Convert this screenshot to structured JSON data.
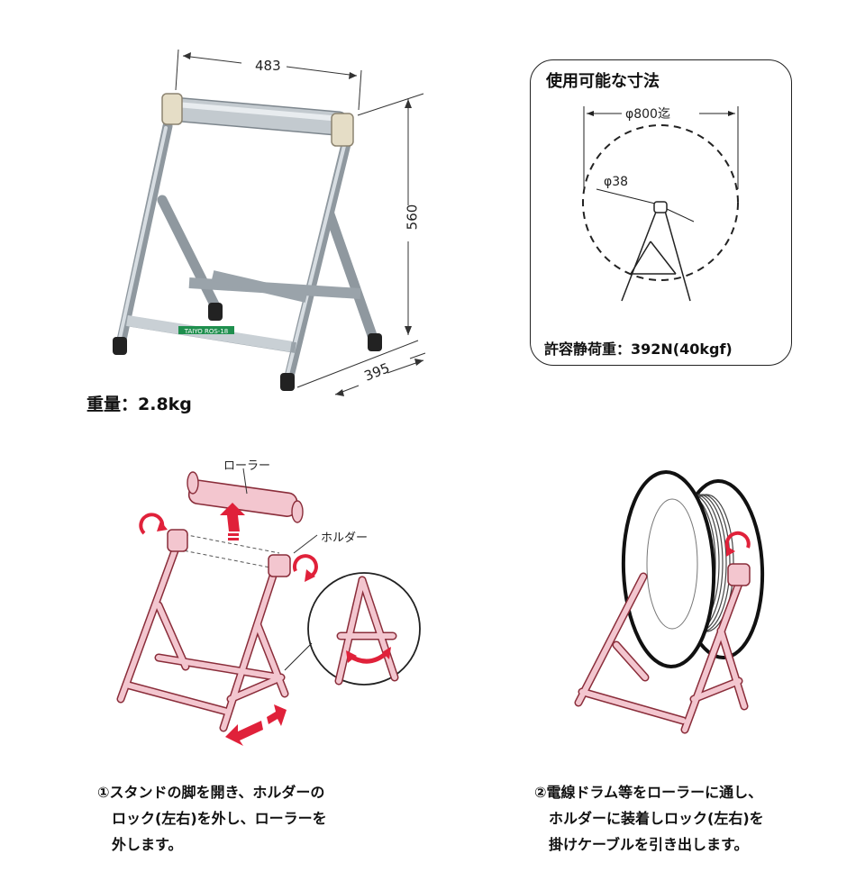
{
  "dimensions": {
    "width": "483",
    "height": "560",
    "depth": "395"
  },
  "weight": "重量：2.8kg",
  "badge": "ROS-18",
  "usable_panel": {
    "title": "使用可能な寸法",
    "drum_diameter": "φ800迄",
    "pipe_diameter": "φ38",
    "load": "許容静荷重：392N(40kgf)"
  },
  "labels": {
    "roller": "ローラー",
    "holder": "ホルダー"
  },
  "captions": {
    "step1": "①スタンドの脚を開き、ホルダーの\n　ロック(左右)を外し、ローラーを\n　外します。",
    "step2": "②電線ドラム等をローラーに通し、\n　ホルダーに装着しロック(左右)を\n　掛けケーブルを引き出します。"
  },
  "colors": {
    "frame_pink": "#f3c6cf",
    "outline": "#8a2d3a",
    "arrow_red": "#e0213a",
    "steel": "#b9c0c6"
  }
}
